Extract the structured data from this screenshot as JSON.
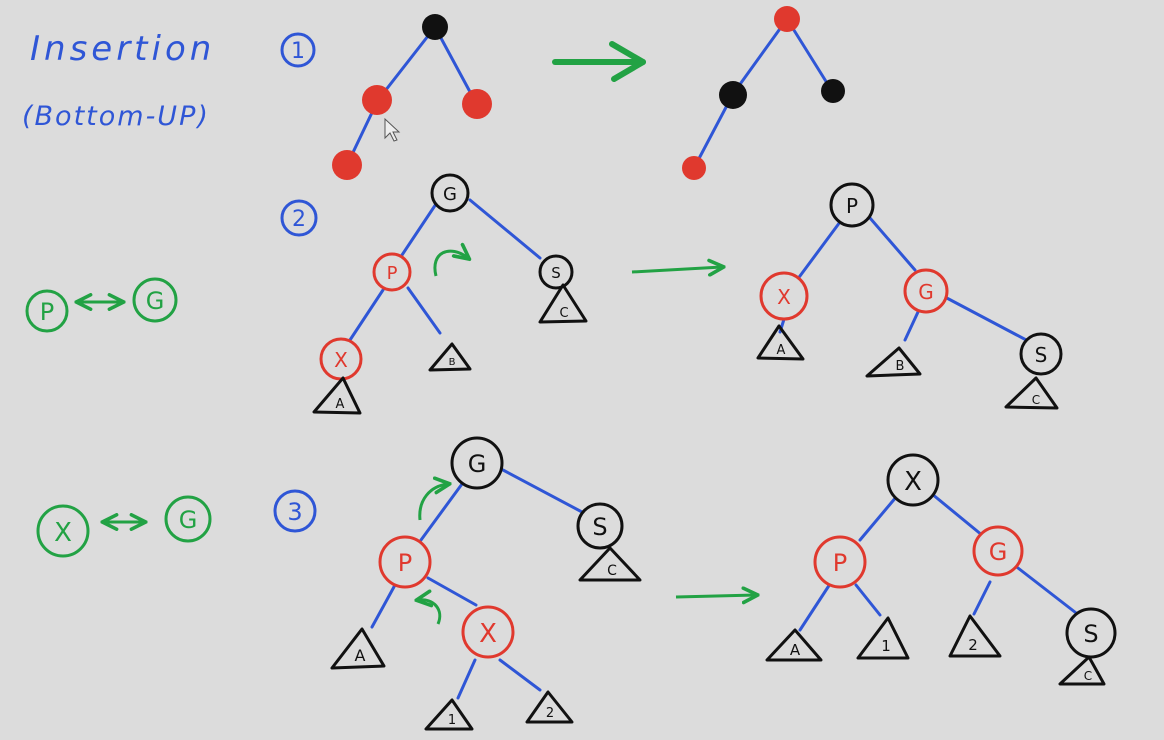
{
  "heading": {
    "title": "Insertion",
    "subtitle": "(Bottom-UP)"
  },
  "colors": {
    "background": "#dcdcdc",
    "blue": "#2f56d6",
    "red": "#e0392e",
    "black": "#111111",
    "green": "#22a244"
  },
  "cases": [
    {
      "number": "1"
    },
    {
      "number": "2",
      "swap": {
        "left": "P",
        "right": "G"
      }
    },
    {
      "number": "3",
      "swap": {
        "left": "X",
        "right": "G"
      }
    }
  ],
  "case2": {
    "before": {
      "grandparent": "G",
      "parent": "P",
      "uncle": "S",
      "node": "X",
      "subtree_a": "A",
      "subtree_b": "B",
      "subtree_c": "C"
    },
    "after": {
      "root": "P",
      "left": "X",
      "right": "G",
      "right_right": "S",
      "subtree_a": "A",
      "subtree_b": "B",
      "subtree_c": "C"
    }
  },
  "case3": {
    "before": {
      "grandparent": "G",
      "parent": "P",
      "uncle": "S",
      "node": "X",
      "subtree_a": "A",
      "subtree_1": "1",
      "subtree_2": "2",
      "subtree_c": "C"
    },
    "after": {
      "root": "X",
      "left": "P",
      "right": "G",
      "right_right": "S",
      "subtree_a": "A",
      "subtree_1": "1",
      "subtree_2": "2",
      "subtree_c": "C"
    }
  }
}
